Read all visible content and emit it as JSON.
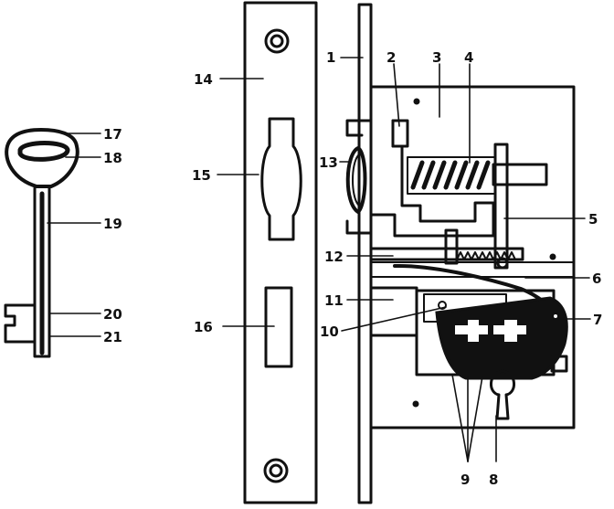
{
  "diagram": {
    "labels": {
      "1": "1",
      "2": "2",
      "3": "3",
      "4": "4",
      "5": "5",
      "6": "6",
      "7": "7",
      "8a": "8",
      "8b": "8",
      "9": "9",
      "10": "10",
      "11": "11",
      "12": "12",
      "13": "13",
      "14": "14",
      "15": "15",
      "16": "16",
      "17": "17",
      "18": "18",
      "19": "19",
      "20": "20",
      "21": "21"
    },
    "colors": {
      "ink": "#111111",
      "paper": "#ffffff"
    }
  }
}
